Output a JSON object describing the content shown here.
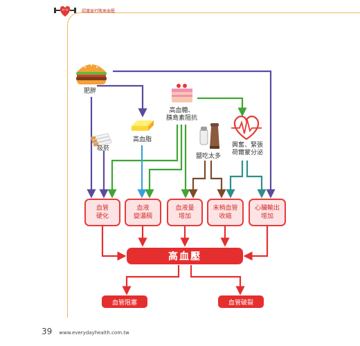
{
  "header": {
    "title": "認識並打敗高血壓"
  },
  "labels": {
    "obesity": "肥胖",
    "hyperglycemia_line1": "高血糖、",
    "hyperglycemia_line2": "胰島素阻抗",
    "smoking": "吸菸",
    "high_fat": "高血脂",
    "salt": "鹽吃太多",
    "stress_line1": "興奮、緊張",
    "stress_line2": "荷爾蒙分泌"
  },
  "boxes": {
    "vessel_hardening": [
      "血管",
      "硬化"
    ],
    "blood_thickening": [
      "血液",
      "變濃稠"
    ],
    "blood_volume": [
      "血液量",
      "增加"
    ],
    "peripheral": [
      "末梢血管",
      "收縮"
    ],
    "cardiac_output": [
      "心臟輸出",
      "增加"
    ]
  },
  "main": "高血壓",
  "outcomes": {
    "blockage": "血管阻塞",
    "rupture": "血管破裂"
  },
  "footer": {
    "page_number": "39",
    "website": "www.everydayhealth.com.tw"
  },
  "colors": {
    "purple": "#5b4a9e",
    "green": "#3fa535",
    "blue": "#3aa0d8",
    "brown": "#7b4a2a",
    "teal": "#2d8f8a",
    "red": "#e52e2e"
  }
}
